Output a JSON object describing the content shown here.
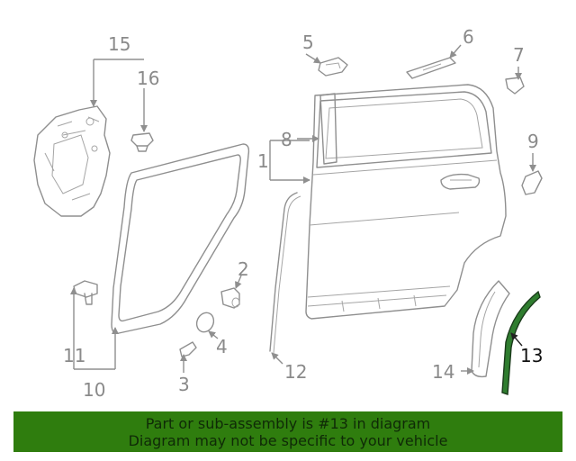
{
  "callouts": {
    "c1": "1",
    "c2": "2",
    "c3": "3",
    "c4": "4",
    "c5": "5",
    "c6": "6",
    "c7": "7",
    "c8": "8",
    "c9": "9",
    "c10": "10",
    "c11": "11",
    "c12": "12",
    "c13": "13",
    "c14": "14",
    "c15": "15",
    "c16": "16"
  },
  "highlighted_part": "13",
  "banner": {
    "line1": "Part or sub-assembly is #13 in diagram",
    "line2": "Diagram may not be specific to your vehicle"
  },
  "colors": {
    "banner_bg": "#2f7d0e",
    "banner_text": "#0f2a07",
    "highlight_fill": "#2f7d2f",
    "line": "#8f8f8f"
  }
}
